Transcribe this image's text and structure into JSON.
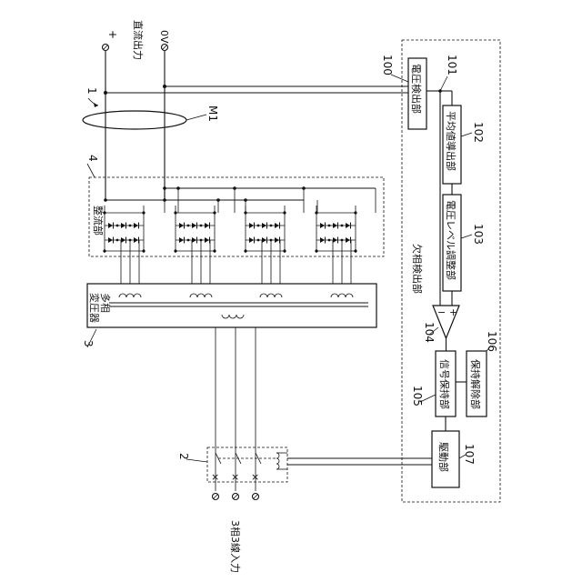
{
  "terminals": {
    "dc_output": "直流出力",
    "plus": "+",
    "zero_volt": "0V",
    "three_phase_input": "3相3線入力"
  },
  "blocks": {
    "rectifier": "整流部",
    "transformer_line1": "多相",
    "transformer_line2": "変圧器",
    "phase_loss_detector": "欠相検出部",
    "voltage_detector": "電圧検出部",
    "average_deriver": "平均値導出部",
    "voltage_level_adjuster": "電圧レベル調整部",
    "signal_holder": "信号保持部",
    "hold_release": "保持解除部",
    "driver": "駆動部"
  },
  "comparator": {
    "minus": "−",
    "plus": "+"
  },
  "refs": {
    "r1": "1",
    "r2": "2",
    "r3": "3",
    "r4": "4",
    "m1": "M1",
    "r100": "100",
    "r101": "101",
    "r102": "102",
    "r103": "103",
    "r104": "104",
    "r105": "105",
    "r106": "106",
    "r107": "107"
  }
}
